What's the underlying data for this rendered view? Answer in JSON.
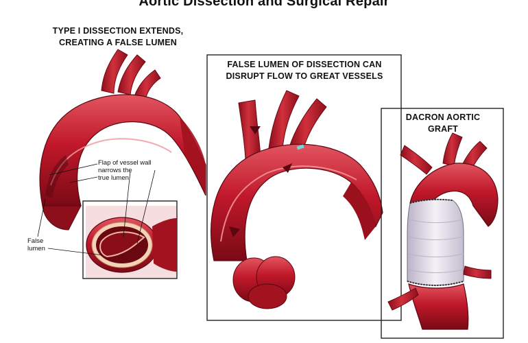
{
  "page": {
    "title": "Aortic Dissection and Surgical Repair"
  },
  "panels": {
    "left": {
      "caption_line1": "TYPE I DISSECTION EXTENDS,",
      "caption_line2": "CREATING A FALSE LUMEN",
      "label_flap_line1": "Flap of vessel wall",
      "label_flap_line2": "narrows the",
      "label_flap_line3": "true lumen",
      "label_false_line1": "False",
      "label_false_line2": "lumen"
    },
    "middle": {
      "caption_line1": "FALSE LUMEN OF DISSECTION CAN",
      "caption_line2": "DISRUPT FLOW TO GREAT VESSELS"
    },
    "right": {
      "caption_line1": "DACRON AORTIC",
      "caption_line2": "GRAFT"
    }
  },
  "colors": {
    "vessel": "#c0182a",
    "vessel_dark": "#7a0a16",
    "vessel_light": "#e0606a",
    "graft": "#e9e4ee"
  }
}
